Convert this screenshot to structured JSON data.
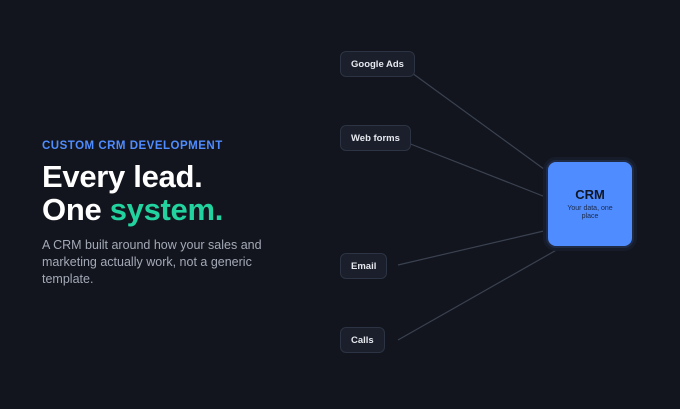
{
  "hero": {
    "eyebrow": "CUSTOM CRM DEVELOPMENT",
    "headline_line1": "Every lead.",
    "headline_line2_prefix": "One ",
    "headline_line2_accent": "system.",
    "subtext": "A CRM built around how your sales and marketing actually work, not a generic template."
  },
  "diagram": {
    "sources": [
      {
        "label": "Google Ads"
      },
      {
        "label": "Web forms"
      },
      {
        "label": "Email"
      },
      {
        "label": "Calls"
      }
    ],
    "crm": {
      "title": "CRM",
      "subtitle": "Your data, one place"
    }
  },
  "colors": {
    "background": "#12151d",
    "accent_blue": "#4f8cff",
    "accent_green": "#22d3a0",
    "connector": "#3a4150"
  }
}
